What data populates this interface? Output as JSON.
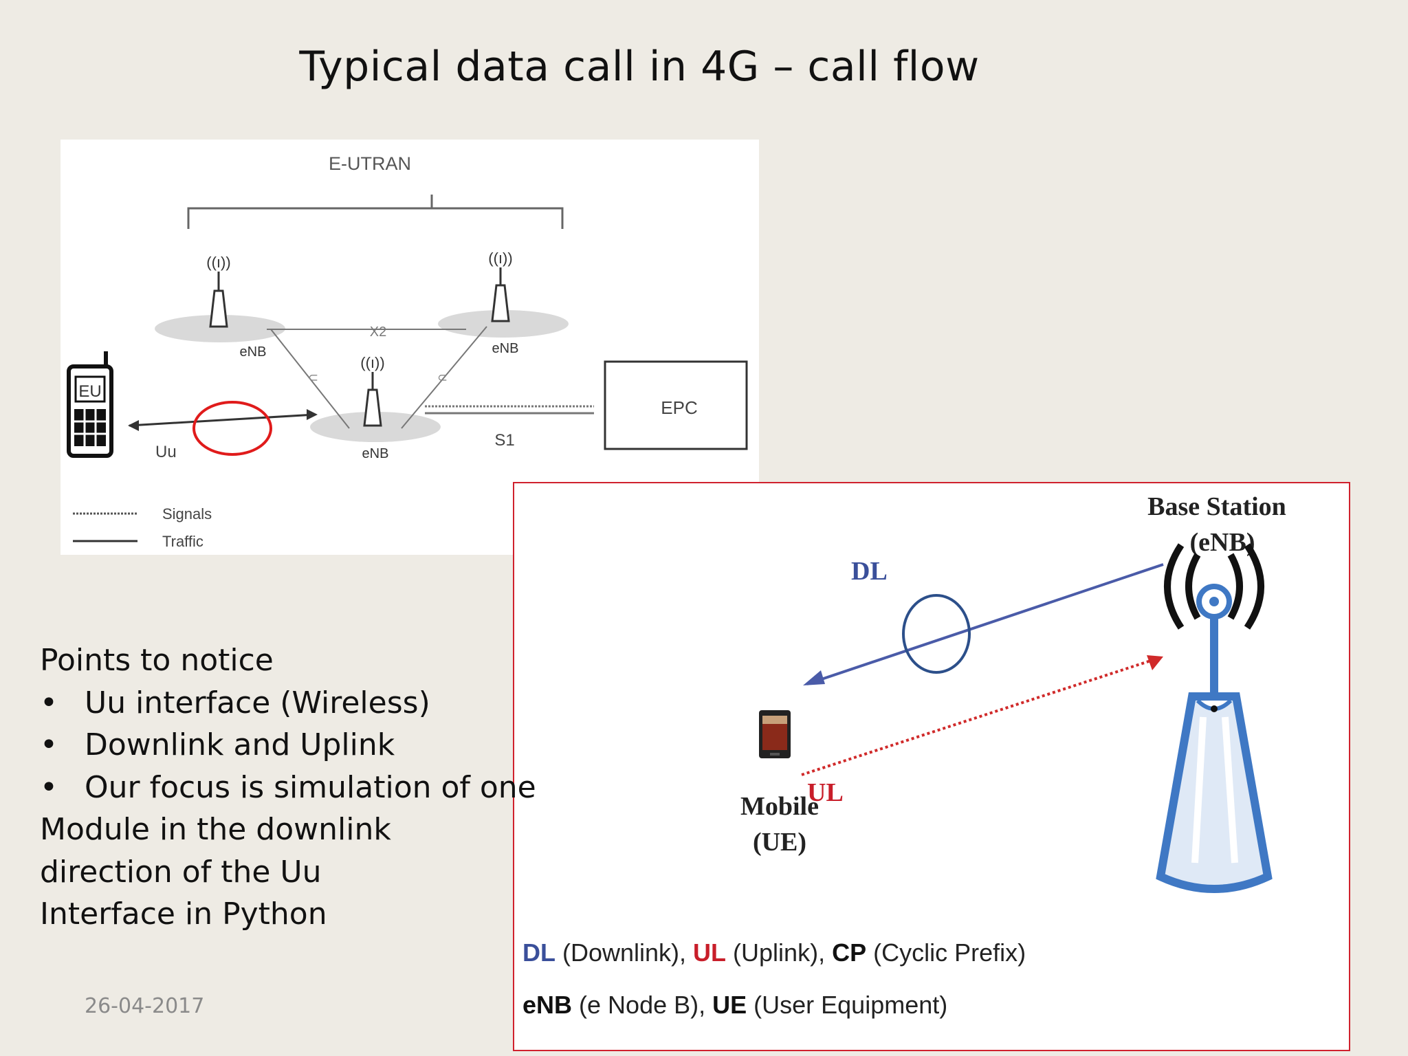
{
  "slide": {
    "title": "Typical data call in 4G – call flow",
    "date": "26-04-2017"
  },
  "figure1": {
    "eutran_label": "E-UTRAN",
    "enb_left": "eNB",
    "enb_right": "eNB",
    "enb_center": "eNB",
    "x2_label": "X2",
    "phone_label": "EU",
    "uu_label": "Uu",
    "s1_label": "S1",
    "epc_label": "EPC",
    "legend_signals": "Signals",
    "legend_traffic": "Traffic",
    "colors": {
      "highlight": "#e01b1b",
      "lines": "#555555"
    }
  },
  "figure2": {
    "base_station_line1": "Base Station",
    "base_station_line2": "(eNB)",
    "dl_label": "DL",
    "ul_label": "UL",
    "mobile_line1": "Mobile",
    "mobile_line2": "(UE)",
    "legend_row1": [
      {
        "key": "DL",
        "desc": " (Downlink), "
      },
      {
        "key": "UL",
        "desc": " (Uplink), "
      },
      {
        "key": "CP",
        "desc": " (Cyclic Prefix)"
      }
    ],
    "legend_row2": [
      {
        "key": "eNB",
        "desc": " (e Node B), "
      },
      {
        "key": "UE",
        "desc": " (User Equipment)"
      }
    ],
    "colors": {
      "downlink": "#4a5ba8",
      "uplink": "#d02a2a",
      "tower": "#3f78c4",
      "frame": "#d0212d"
    }
  },
  "notes": {
    "heading": "Points to notice",
    "bullets": [
      "Uu interface (Wireless)",
      "Downlink and Uplink",
      "Our focus is simulation of one"
    ],
    "continuation": [
      "Module in the downlink",
      "direction of the Uu",
      "Interface in Python"
    ]
  }
}
